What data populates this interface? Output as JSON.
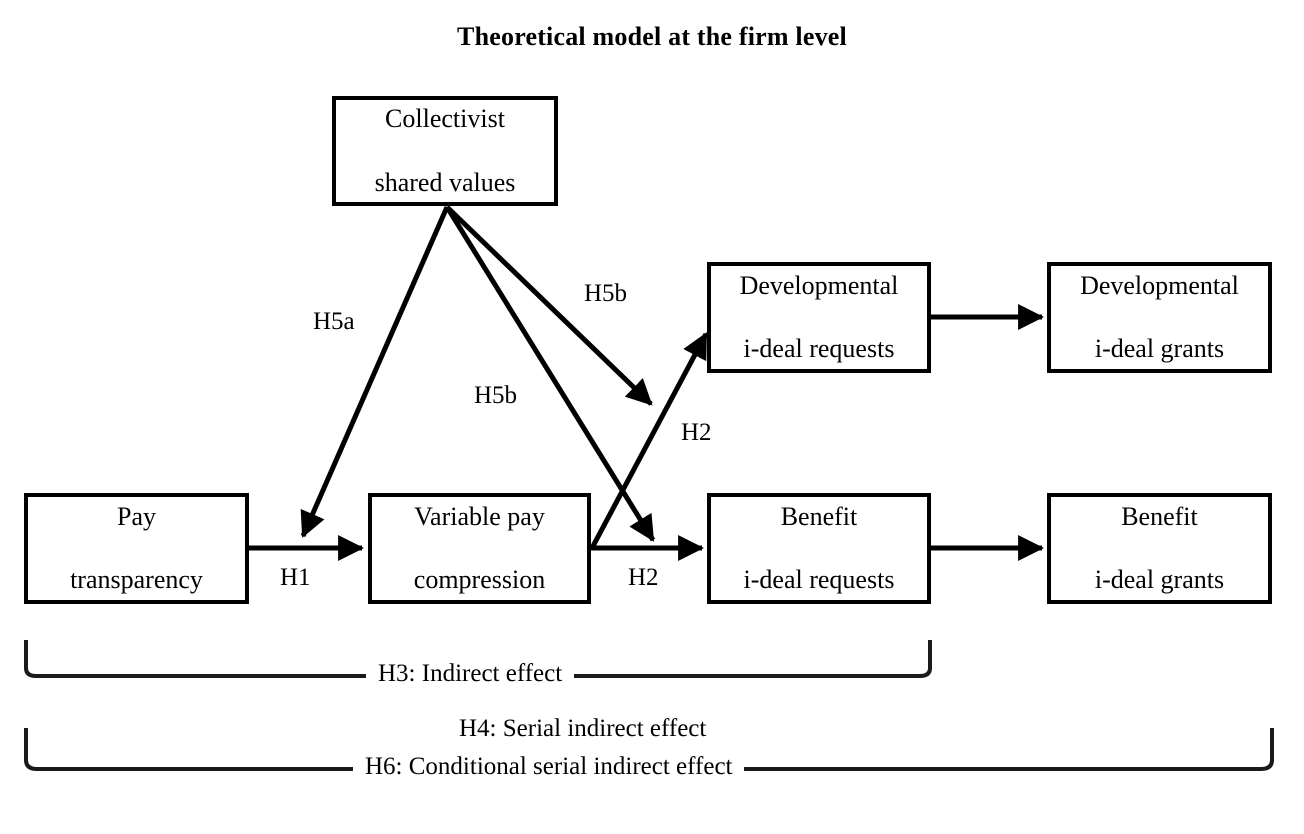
{
  "figure": {
    "title": "Theoretical model at the firm level",
    "background_color": "#ffffff",
    "line_color": "#000000"
  },
  "nodes": [
    {
      "id": "collectivist-shared-values",
      "line1": "Collectivist",
      "line2": "shared values"
    },
    {
      "id": "pay-transparency",
      "line1": "Pay",
      "line2": "transparency"
    },
    {
      "id": "variable-pay-compression",
      "line1": "Variable pay",
      "line2": "compression"
    },
    {
      "id": "developmental-i-deal-requests",
      "line1": "Developmental",
      "line2": "i-deal requests"
    },
    {
      "id": "developmental-i-deal-grants",
      "line1": "Developmental",
      "line2": "i-deal grants"
    },
    {
      "id": "benefit-i-deal-requests",
      "line1": "Benefit",
      "line2": "i-deal requests"
    },
    {
      "id": "benefit-i-deal-grants",
      "line1": "Benefit",
      "line2": "i-deal grants"
    }
  ],
  "edge_labels": {
    "h5a": "H5a",
    "h5b_upper": "H5b",
    "h5b_lower": "H5b",
    "h1": "H1",
    "h2_upper": "H2",
    "h2_lower": "H2"
  },
  "bracket_labels": {
    "h3": "H3: Indirect effect",
    "h4": "H4: Serial indirect effect",
    "h6": "H6: Conditional serial indirect effect"
  }
}
